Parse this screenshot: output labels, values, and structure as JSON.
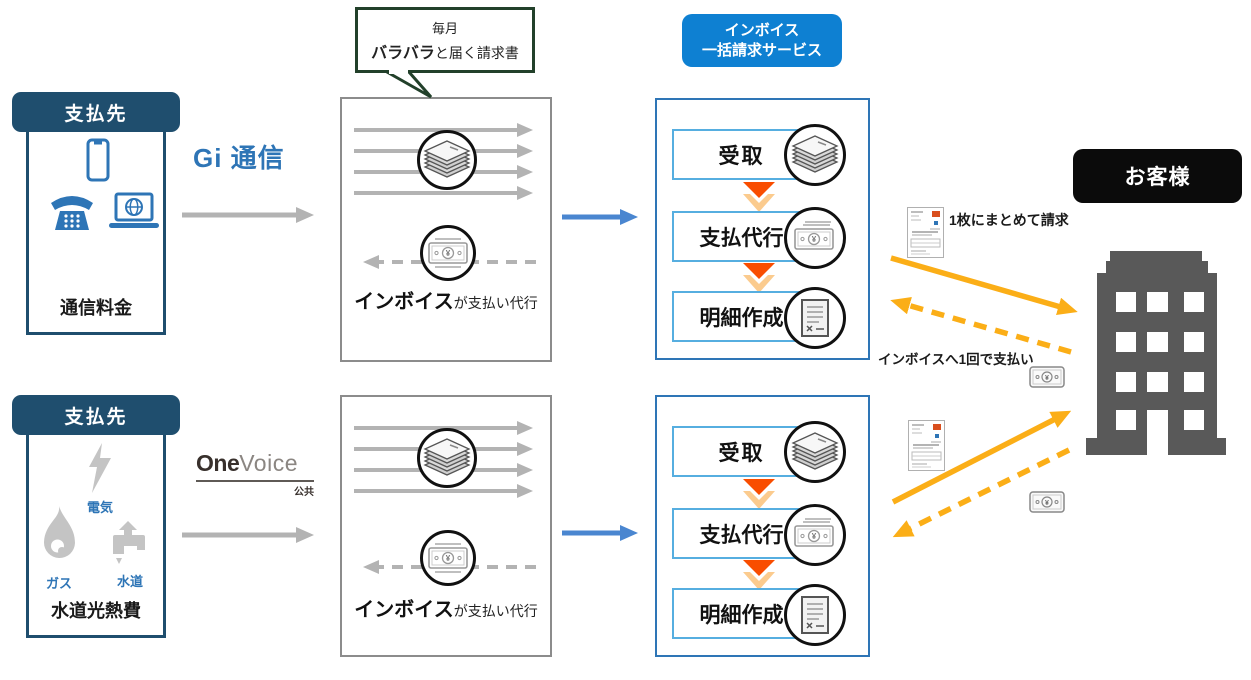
{
  "colors": {
    "navy": "#1f4e6e",
    "blue": "#2e75b6",
    "badge-blue": "#0e80d2",
    "step-blue": "#56aee0",
    "arrow-blue": "#4a86d0",
    "gray": "#b3b3b3",
    "box-gray": "#8c8c8c",
    "orange": "#f94d00",
    "peach": "#fbcb8e",
    "yellow": "#fbae17",
    "building": "#595959",
    "black": "#0b0b0b",
    "icon-gray": "#c4c4c4",
    "green": "#22402a"
  },
  "callout": {
    "line1": "毎月",
    "emphasis": "バラバラ",
    "rest": "と届く請求書"
  },
  "badge": {
    "line1": "インボイス",
    "line2": "一括請求サービス"
  },
  "customer": {
    "label": "お客様"
  },
  "steps": {
    "receive": "受取",
    "pay": "支払代行",
    "detail": "明細作成"
  },
  "caption": {
    "emphasis": "インボイス",
    "rest": "が支払い代行"
  },
  "notes": {
    "bill": "1枚にまとめて請求",
    "payment": "インボイスへ1回で支払い"
  },
  "rows": [
    {
      "payer": "支払先",
      "brand": "Gi 通信",
      "category": "通信料金"
    },
    {
      "payer": "支払先",
      "brand_one": "One",
      "brand_voice": "Voice",
      "brand_sub": "公共",
      "category": "水道光熱費",
      "utilities": {
        "electric": "電気",
        "gas": "ガス",
        "water": "水道"
      }
    }
  ]
}
